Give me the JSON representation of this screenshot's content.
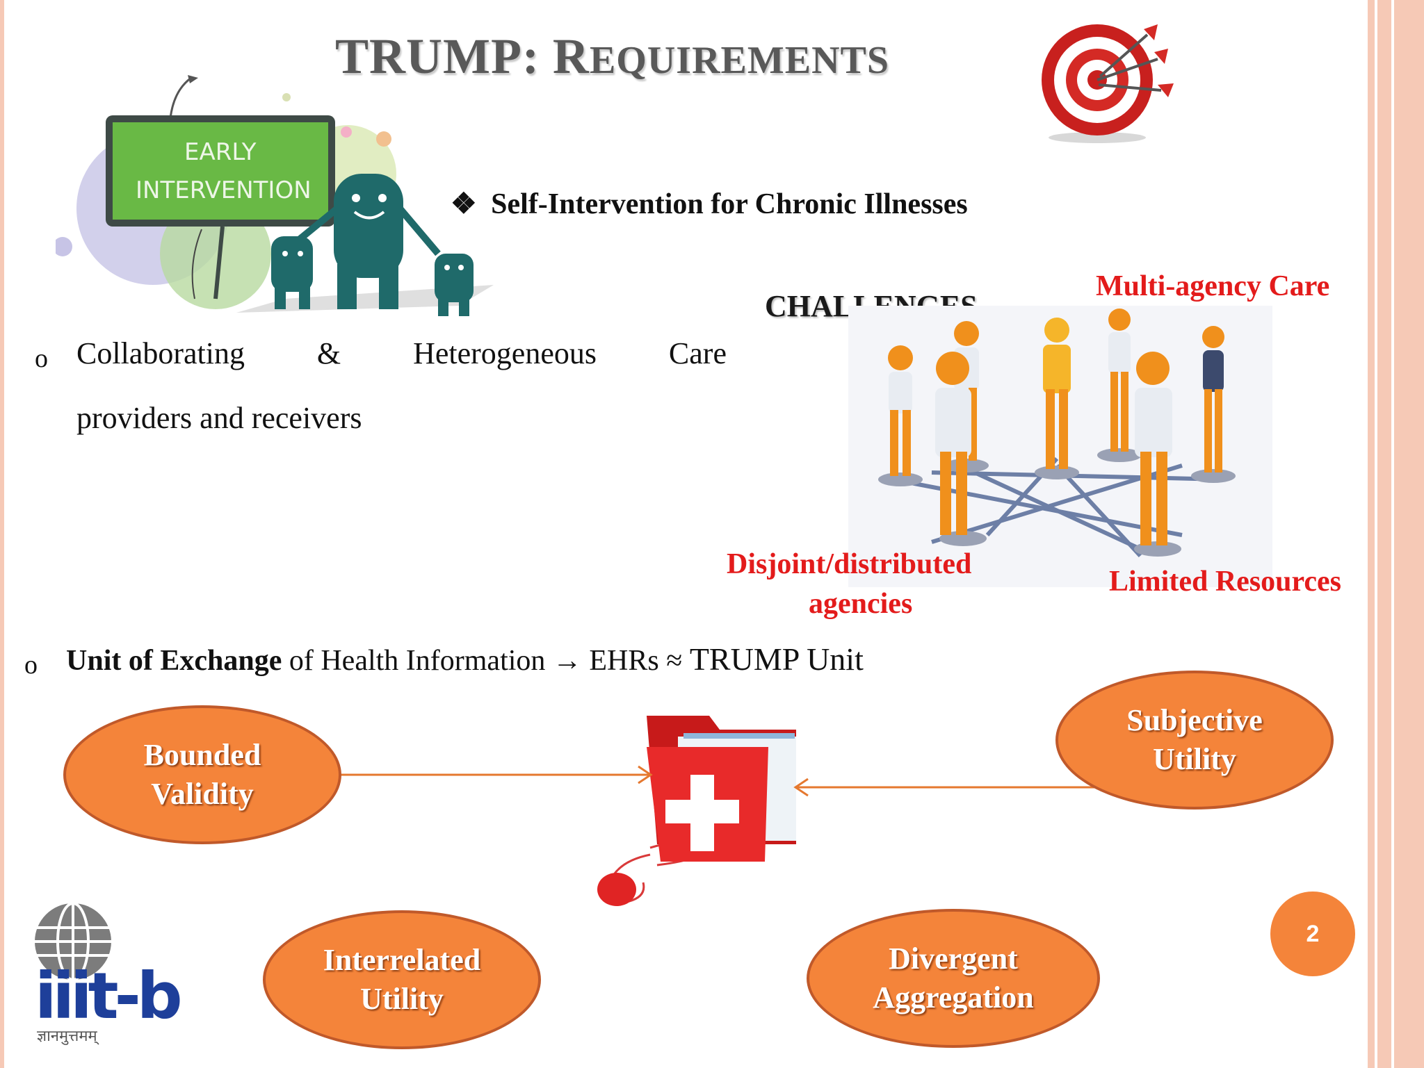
{
  "slide": {
    "title": {
      "part1": "TRUMP: R",
      "part2": "EQUIREMENTS"
    },
    "sign_text": {
      "line1": "EARLY",
      "line2": "INTERVENTION"
    },
    "main_bullet": {
      "glyph": "❖",
      "text": "Self-Intervention for Chronic Illnesses"
    },
    "challenges_label": "CHALLENGES",
    "bullet1": {
      "marker": "o",
      "line1_words": [
        "Collaborating",
        "&",
        "Heterogeneous",
        "Care"
      ],
      "line2": "providers and receivers"
    },
    "challenge_labels": {
      "multi_agency": "Multi-agency Care",
      "disjoint_line1": "Disjoint/distributed",
      "disjoint_line2": "agencies",
      "limited": "Limited Resources"
    },
    "bullet2": {
      "marker": "o",
      "bold": "Unit of Exchange",
      "rest": " of Health Information ",
      "arrow": "→",
      "tail": " EHRs ≈ ",
      "tail2": "TRUMP Unit"
    },
    "ellipses": {
      "bounded": {
        "line1": "Bounded",
        "line2": "Validity"
      },
      "subjective": {
        "line1": "Subjective",
        "line2": "Utility"
      },
      "interrelated": {
        "line1": "Interrelated",
        "line2": "Utility"
      },
      "divergent": {
        "line1": "Divergent",
        "line2": "Aggregation"
      }
    },
    "logo": {
      "text": "iiit-b",
      "tagline": "ज्ञानमुत्तमम्"
    },
    "page_number": "2",
    "colors": {
      "accent": "#f4843a",
      "red_label": "#e31b1b",
      "border": "#f6c9b6"
    }
  }
}
